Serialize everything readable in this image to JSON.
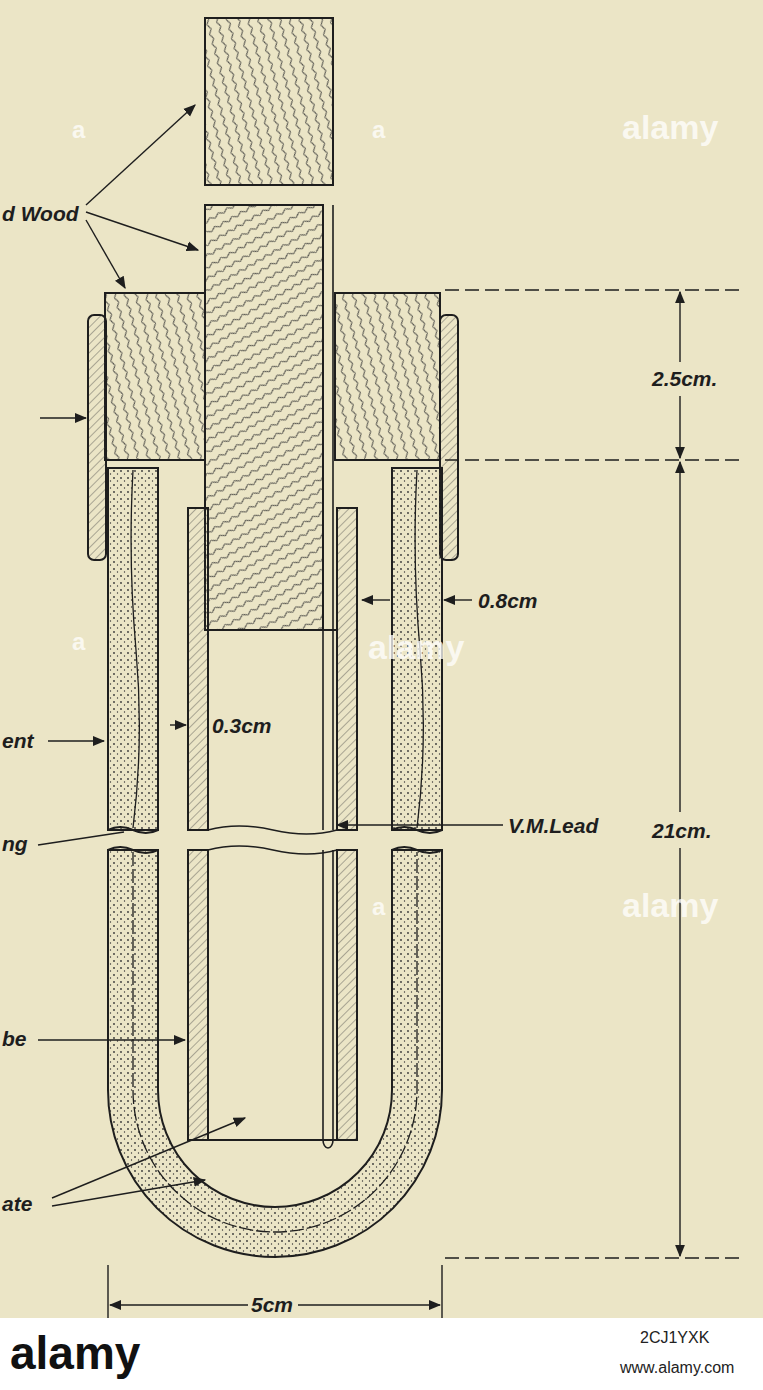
{
  "diagram": {
    "labels": [
      "d Wood",
      "ent",
      "ng",
      "be",
      "ate",
      "2.5cm.",
      "21cm.",
      "0.8cm",
      "0.3cm",
      "V.M.Lead",
      "5cm",
      "alamy",
      "a",
      "a",
      "alamy",
      "a",
      "alamy",
      "a",
      "alamy",
      "2CJ1YXK",
      "www.alamy.com"
    ]
  }
}
